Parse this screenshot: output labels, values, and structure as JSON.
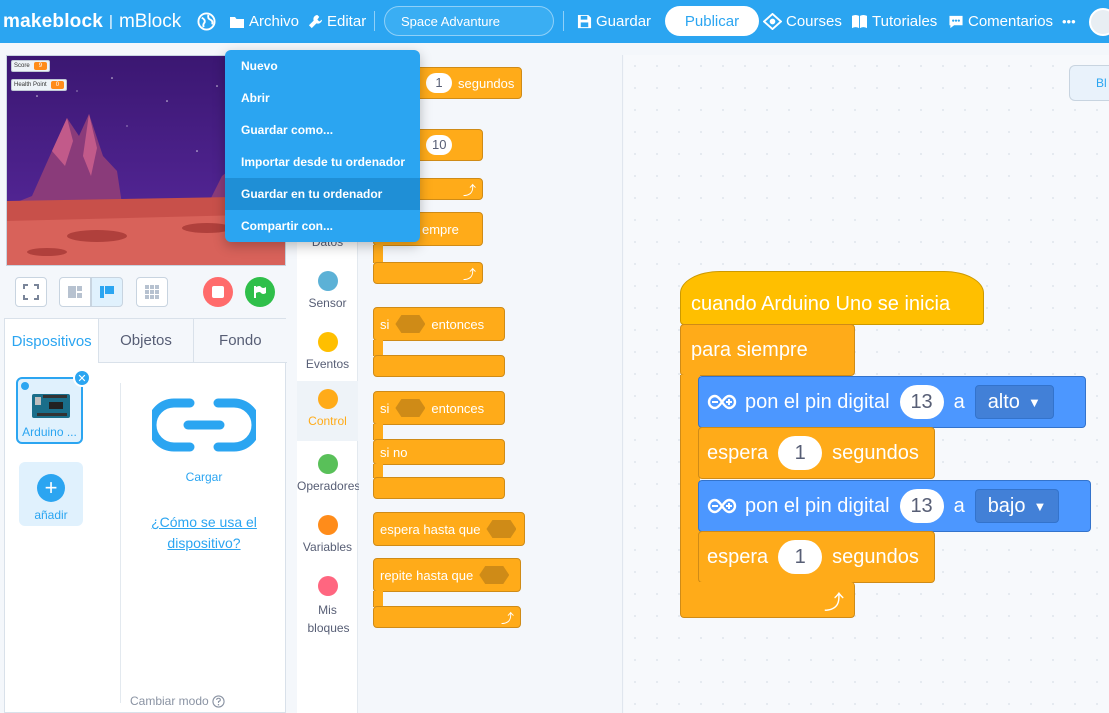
{
  "topbar": {
    "brand": "makeblock",
    "product": "mBlock",
    "menu_file": "Archivo",
    "menu_edit": "Editar",
    "project_title": "Space Advanture",
    "save_label": "Guardar",
    "publish_label": "Publicar",
    "courses_label": "Courses",
    "tutorials_label": "Tutoriales",
    "comments_label": "Comentarios",
    "more_label": "•••"
  },
  "file_menu": {
    "items": [
      {
        "label": "Nuevo"
      },
      {
        "label": "Abrir"
      },
      {
        "label": "Guardar como..."
      },
      {
        "label": "Importar desde tu ordenador"
      },
      {
        "label": "Guardar en tu ordenador"
      },
      {
        "label": "Compartir con..."
      }
    ],
    "hovered_index": 4
  },
  "stage": {
    "monitors": [
      {
        "name": "Score",
        "value": "9"
      },
      {
        "name": "Health Point",
        "value": "0"
      }
    ]
  },
  "device_panel": {
    "tabs": [
      {
        "label": "Dispositivos",
        "active": true
      },
      {
        "label": "Objetos",
        "active": false
      },
      {
        "label": "Fondo",
        "active": false
      }
    ],
    "device_name": "Arduino ...",
    "add_label": "añadir",
    "upload_label": "Cargar",
    "help_link": "¿Cómo se usa el dispositivo?",
    "mode_label": "Cambiar modo"
  },
  "categories": [
    {
      "label": "Datos",
      "color": "#ffab19"
    },
    {
      "label": "Sensor",
      "color": "#5cb1d6"
    },
    {
      "label": "Eventos",
      "color": "#ffbf00"
    },
    {
      "label": "Control",
      "color": "#ffab19",
      "active": true
    },
    {
      "label": "Operadores",
      "color": "#59c059"
    },
    {
      "label": "Variables",
      "color": "#ff8c1a"
    },
    {
      "label": "Mis bloques",
      "color": "#ff6680"
    }
  ],
  "palette": {
    "wait_value": "1",
    "wait_unit": "segundos",
    "repeat_value": "10",
    "forever_label": "para siempre",
    "forever_visible": "empre",
    "if_label": "si",
    "then_label": "entonces",
    "else_label": "si no",
    "wait_until_label": "espera hasta que",
    "repeat_until_label": "repite hasta que",
    "loop_arrow": "⤴"
  },
  "script": {
    "hat": "cuando Arduino Uno se inicia",
    "forever": "para siempre",
    "set_pin_label": "pon el pin digital",
    "pin_1": "13",
    "to_label": "a",
    "level_1": "alto",
    "wait_label": "espera",
    "wait_1": "1",
    "seconds_label": "segundos",
    "pin_2": "13",
    "level_2": "bajo",
    "wait_2": "1",
    "loop_arrow": "⤴",
    "side_tab": "Bl"
  },
  "colors": {
    "brand_blue": "#2ba5f1",
    "control_orange": "#ffab19",
    "events_yellow": "#ffbf00",
    "pin_blue": "#4c97ff"
  }
}
